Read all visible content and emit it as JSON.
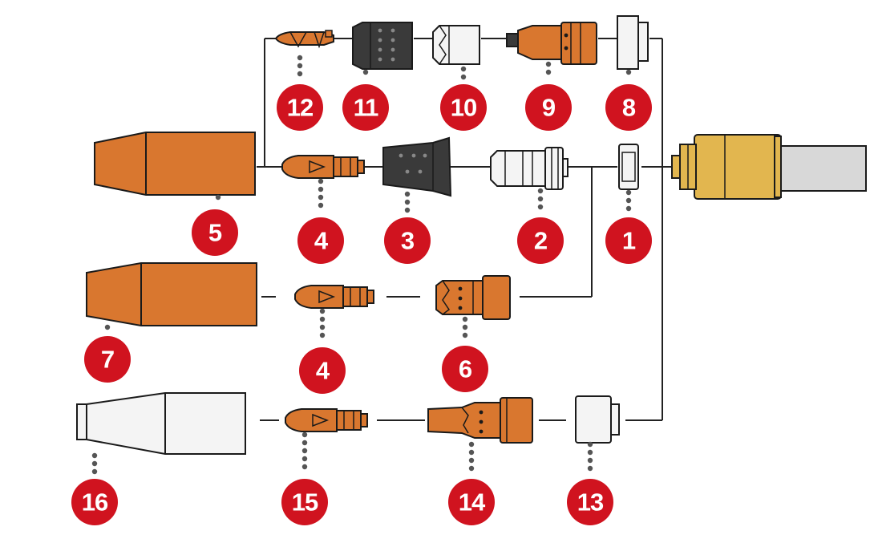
{
  "colors": {
    "copper": "#d9772f",
    "copper_dark": "#b85d1c",
    "brass": "#e2b64f",
    "black_part": "#3a3a3a",
    "white_part": "#f4f4f4",
    "hose": "#d8d8d8",
    "badge_red": "#d0131f",
    "outline": "#1a1a1a"
  },
  "badges": [
    "1",
    "2",
    "3",
    "4",
    "4",
    "5",
    "6",
    "7",
    "8",
    "9",
    "10",
    "11",
    "12",
    "13",
    "14",
    "15",
    "16"
  ]
}
